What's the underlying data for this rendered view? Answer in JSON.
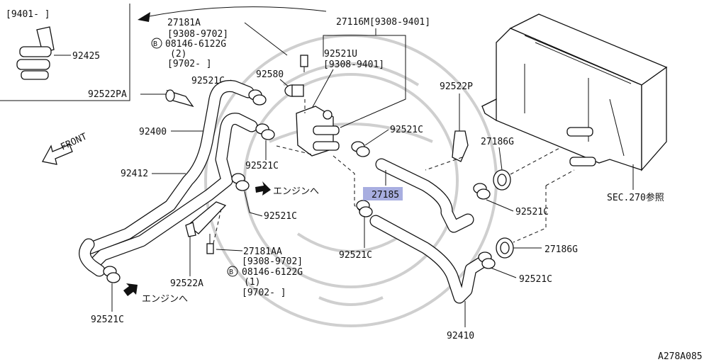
{
  "diagram": {
    "inset_label": "[9401-     ]",
    "labels": {
      "p92425": "92425",
      "p27181A": "27181A",
      "p27181A_d1": "[9308-9702]",
      "p27181A_bolt": "08146-6122G",
      "p27181A_qty": "(2)",
      "p27181A_d2": "[9702-     ]",
      "p27116M": "27116M[9308-9401]",
      "p92521U": "92521U",
      "p92521U_d": "[9308-9401]",
      "p92521C_1": "92521C",
      "p92580": "92580",
      "p92522PA": "92522PA",
      "front": "FRONT",
      "p92400": "92400",
      "p92521C_2": "92521C",
      "p92521C_3": "92521C",
      "p92412": "92412",
      "engine_1": "エンジンへ",
      "p92521C_4": "92521C",
      "p27181AA": "27181AA",
      "p27181AA_d1": "[9308-9702]",
      "p27181AA_bolt": "08146-6122G",
      "p27181AA_qty": "(1)",
      "p27181AA_d2": "[9702-     ]",
      "p92522A": "92522A",
      "engine_2": "エンジンへ",
      "p92521C_5": "92521C",
      "p92522P": "92522P",
      "p27186G_1": "27186G",
      "p27185": "27185",
      "p92521C_6": "92521C",
      "p92521C_7": "92521C",
      "p27186G_2": "27186G",
      "p92521C_8": "92521C",
      "p92410": "92410",
      "sec": "SEC.270参照",
      "bolt_symbol": "B",
      "code": "A278A085"
    }
  }
}
